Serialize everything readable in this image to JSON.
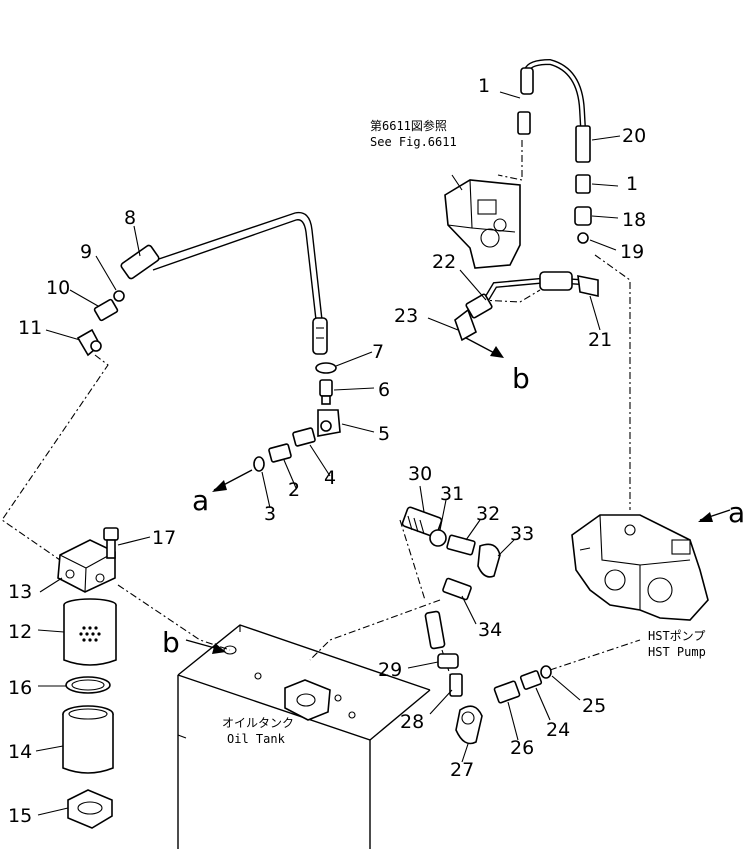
{
  "parts": [
    {
      "id": "1",
      "label": "1"
    },
    {
      "id": "1b",
      "label": "1"
    },
    {
      "id": "2",
      "label": "2"
    },
    {
      "id": "3",
      "label": "3"
    },
    {
      "id": "4",
      "label": "4"
    },
    {
      "id": "5",
      "label": "5"
    },
    {
      "id": "6",
      "label": "6"
    },
    {
      "id": "7",
      "label": "7"
    },
    {
      "id": "8",
      "label": "8"
    },
    {
      "id": "9",
      "label": "9"
    },
    {
      "id": "10",
      "label": "10"
    },
    {
      "id": "11",
      "label": "11"
    },
    {
      "id": "12",
      "label": "12"
    },
    {
      "id": "13",
      "label": "13"
    },
    {
      "id": "14",
      "label": "14"
    },
    {
      "id": "15",
      "label": "15"
    },
    {
      "id": "16",
      "label": "16"
    },
    {
      "id": "17",
      "label": "17"
    },
    {
      "id": "18",
      "label": "18"
    },
    {
      "id": "19",
      "label": "19"
    },
    {
      "id": "20",
      "label": "20"
    },
    {
      "id": "21",
      "label": "21"
    },
    {
      "id": "22",
      "label": "22"
    },
    {
      "id": "23",
      "label": "23"
    },
    {
      "id": "24",
      "label": "24"
    },
    {
      "id": "25",
      "label": "25"
    },
    {
      "id": "26",
      "label": "26"
    },
    {
      "id": "27",
      "label": "27"
    },
    {
      "id": "28",
      "label": "28"
    },
    {
      "id": "29",
      "label": "29"
    },
    {
      "id": "30",
      "label": "30"
    },
    {
      "id": "31",
      "label": "31"
    },
    {
      "id": "32",
      "label": "32"
    },
    {
      "id": "33",
      "label": "33"
    },
    {
      "id": "34",
      "label": "34"
    }
  ],
  "connectors": {
    "a_left": "a",
    "a_right": "a",
    "b_upper": "b",
    "b_lower": "b"
  },
  "captions": {
    "fig_ref_jp": "第6611図参照",
    "fig_ref_en": "See Fig.6611",
    "oil_tank_jp": "オイルタンク",
    "oil_tank_en": "Oil Tank",
    "hst_pump_jp": "HSTポンプ",
    "hst_pump_en": "HST Pump"
  }
}
